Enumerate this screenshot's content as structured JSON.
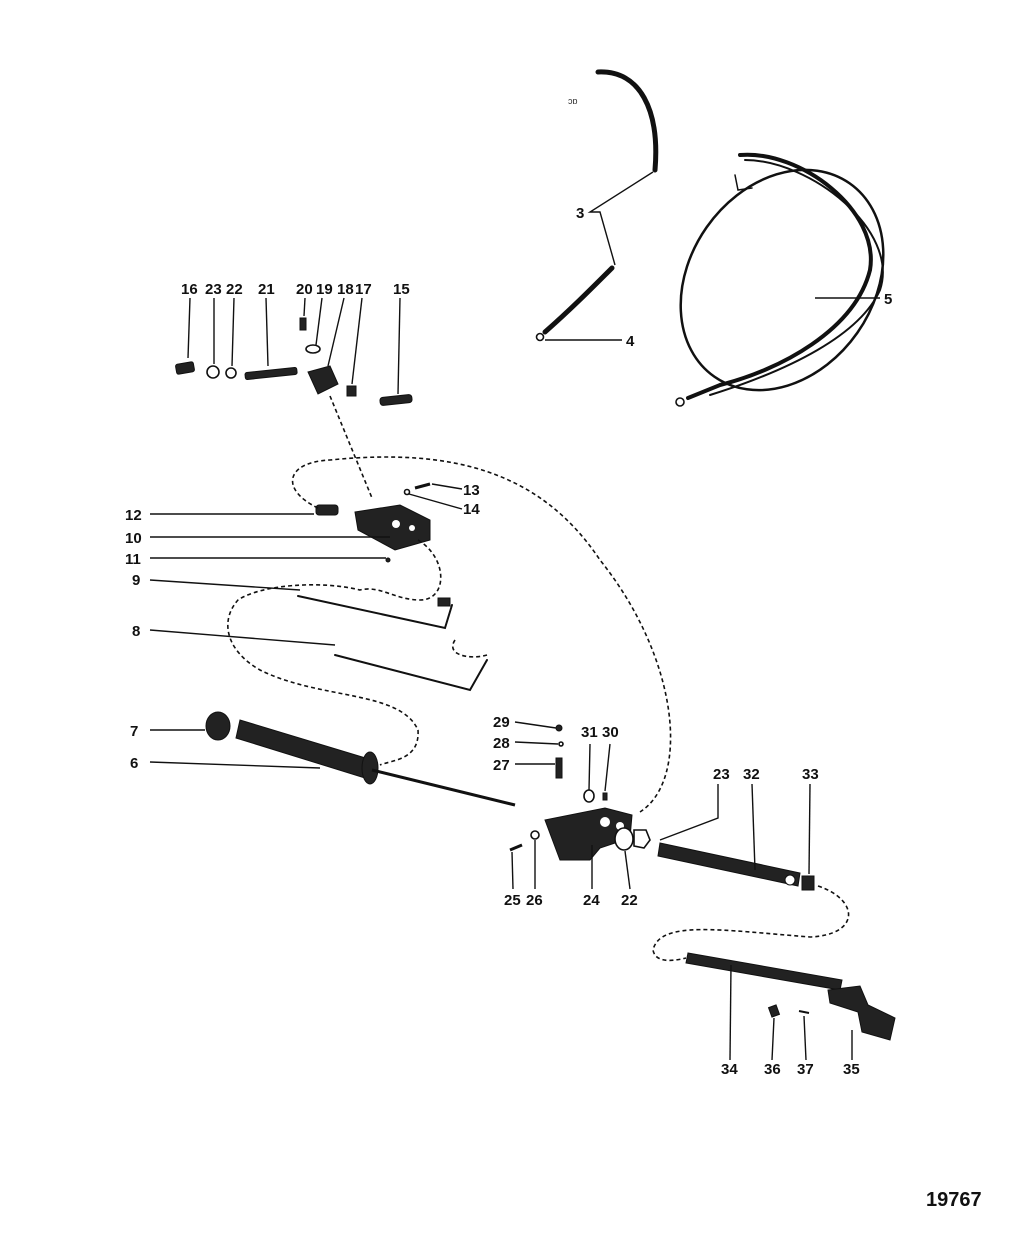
{
  "figure_number": "19767",
  "callouts": [
    {
      "id": "c3",
      "label": "3"
    },
    {
      "id": "c4",
      "label": "4"
    },
    {
      "id": "c5",
      "label": "5"
    },
    {
      "id": "c16",
      "label": "16"
    },
    {
      "id": "c23a",
      "label": "23"
    },
    {
      "id": "c22a",
      "label": "22"
    },
    {
      "id": "c21",
      "label": "21"
    },
    {
      "id": "c20",
      "label": "20"
    },
    {
      "id": "c19",
      "label": "19"
    },
    {
      "id": "c18",
      "label": "18"
    },
    {
      "id": "c17",
      "label": "17"
    },
    {
      "id": "c15",
      "label": "15"
    },
    {
      "id": "c13",
      "label": "13"
    },
    {
      "id": "c14",
      "label": "14"
    },
    {
      "id": "c12",
      "label": "12"
    },
    {
      "id": "c10",
      "label": "10"
    },
    {
      "id": "c11",
      "label": "11"
    },
    {
      "id": "c9",
      "label": "9"
    },
    {
      "id": "c8",
      "label": "8"
    },
    {
      "id": "c7",
      "label": "7"
    },
    {
      "id": "c6",
      "label": "6"
    },
    {
      "id": "c29",
      "label": "29"
    },
    {
      "id": "c28",
      "label": "28"
    },
    {
      "id": "c27",
      "label": "27"
    },
    {
      "id": "c31",
      "label": "31"
    },
    {
      "id": "c30",
      "label": "30"
    },
    {
      "id": "c23b",
      "label": "23"
    },
    {
      "id": "c32",
      "label": "32"
    },
    {
      "id": "c33",
      "label": "33"
    },
    {
      "id": "c25",
      "label": "25"
    },
    {
      "id": "c26",
      "label": "26"
    },
    {
      "id": "c24",
      "label": "24"
    },
    {
      "id": "c22b",
      "label": "22"
    },
    {
      "id": "c34",
      "label": "34"
    },
    {
      "id": "c36",
      "label": "36"
    },
    {
      "id": "c37",
      "label": "37"
    },
    {
      "id": "c35",
      "label": "35"
    }
  ]
}
